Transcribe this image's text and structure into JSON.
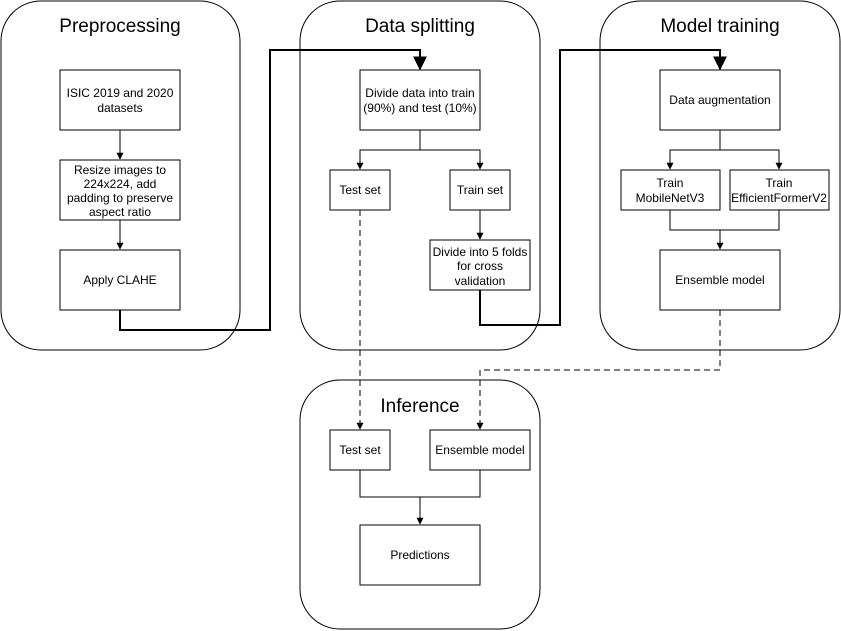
{
  "panels": {
    "preprocessing": "Preprocessing",
    "data_splitting": "Data splitting",
    "model_training": "Model training",
    "inference": "Inference"
  },
  "nodes": {
    "isic": [
      "ISIC 2019 and 2020",
      "datasets"
    ],
    "resize": [
      "Resize images to",
      "224x224, add",
      "padding to preserve",
      "aspect ratio"
    ],
    "clahe": [
      "Apply CLAHE"
    ],
    "divide": [
      "Divide data into train",
      "(90%) and test (10%)"
    ],
    "test_set": [
      "Test set"
    ],
    "train_set": [
      "Train set"
    ],
    "folds": [
      "Divide into 5 folds",
      "for cross",
      "validation"
    ],
    "augment": [
      "Data augmentation"
    ],
    "mobilenet": [
      "Train",
      "MobileNetV3"
    ],
    "efficientformer": [
      "Train",
      "EfficientFormerV2"
    ],
    "ensemble": [
      "Ensemble model"
    ],
    "inf_test_set": [
      "Test set"
    ],
    "inf_ensemble": [
      "Ensemble model"
    ],
    "predictions": [
      "Predictions"
    ]
  }
}
